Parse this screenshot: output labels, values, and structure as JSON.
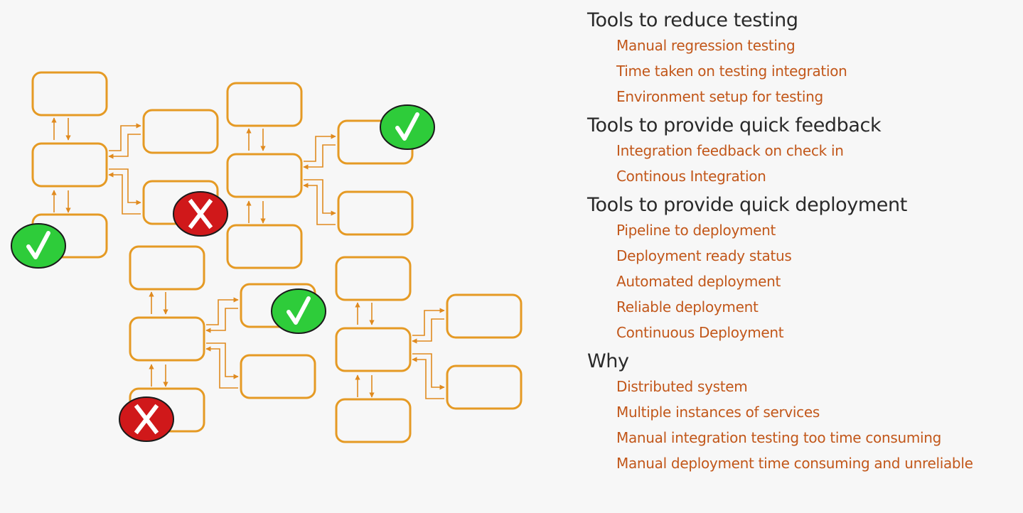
{
  "colors": {
    "background": "#f7f7f7",
    "box_stroke": "#e59a24",
    "arrow": "#e08a1e",
    "heading": "#2a2a2a",
    "item": "#c2571a",
    "check_fill": "#2ecc3a",
    "cross_fill": "#d0181a"
  },
  "diagram": {
    "status_icons": [
      "check-icon",
      "cross-icon",
      "check-icon",
      "check-icon",
      "cross-icon",
      "check-icon"
    ]
  },
  "sections": [
    {
      "heading": "Tools to reduce testing",
      "items": [
        "Manual regression testing",
        "Time taken on testing integration",
        "Environment setup for testing"
      ]
    },
    {
      "heading": "Tools to provide quick feedback",
      "items": [
        "Integration feedback on check in",
        "Continous Integration"
      ]
    },
    {
      "heading": "Tools to provide quick deployment",
      "items": [
        "Pipeline to deployment",
        "Deployment ready status",
        "Automated deployment",
        "Reliable deployment",
        "Continuous Deployment"
      ]
    },
    {
      "heading": "Why",
      "items": [
        "Distributed system",
        "Multiple instances of services",
        "Manual integration testing too time consuming",
        "Manual deployment time consuming and unreliable"
      ]
    }
  ]
}
